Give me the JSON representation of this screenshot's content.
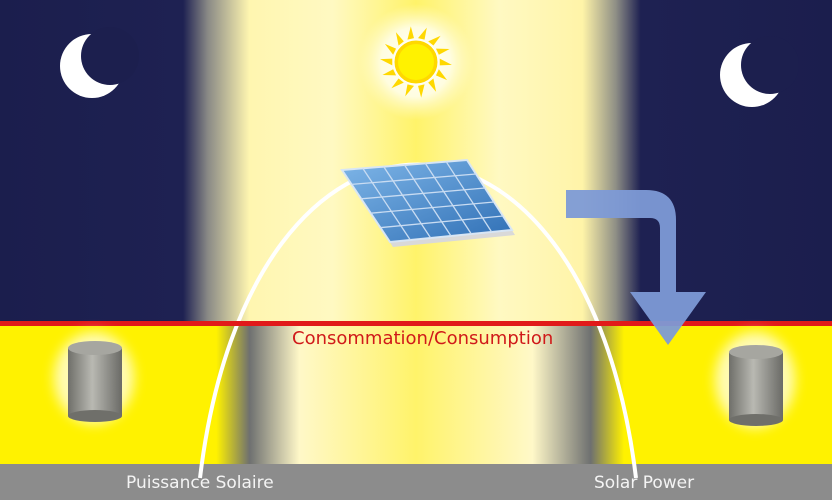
{
  "labels": {
    "consumption": "Consommation/Consumption",
    "solar_left": "Puissance Solaire",
    "solar_right": "Solar Power"
  },
  "colors": {
    "night": "#1c1f4e",
    "sky_day": "#fff7a8",
    "ground_yellow": "#fff200",
    "consumption_line": "#e11a1a",
    "arrow": "#7d9ad6",
    "ground_bar": "#8c8c8c",
    "solar_curve": "#ffffff"
  },
  "icons": {
    "left_moon": "crescent-moon-icon",
    "right_moon": "crescent-moon-icon",
    "sun": "sun-icon",
    "panel": "solar-panel-icon",
    "left_battery": "battery-cylinder-icon",
    "right_battery": "battery-cylinder-icon",
    "flow_arrow": "bent-arrow-down-icon"
  }
}
